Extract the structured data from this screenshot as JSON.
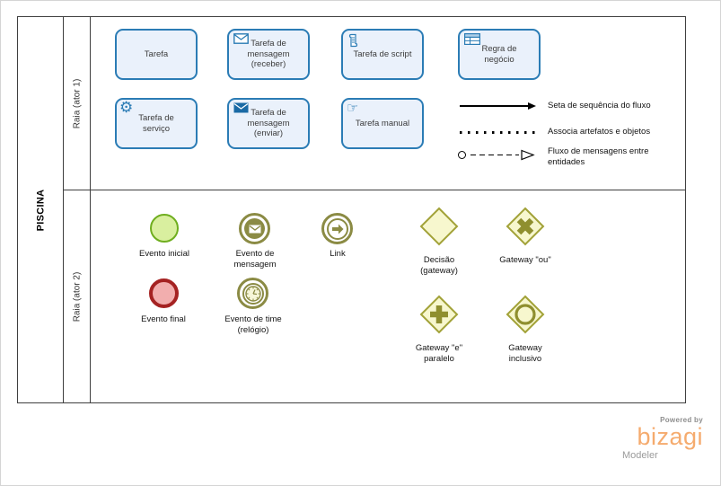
{
  "pool": {
    "title": "PISCINA",
    "lanes": [
      "Raia (ator 1)",
      "Raia (ator 2)"
    ]
  },
  "tasks": [
    {
      "label": "Tarefa",
      "icon": "none"
    },
    {
      "label": "Tarefa de mensagem (receber)",
      "icon": "envelope-outline-icon"
    },
    {
      "label": "Tarefa de script",
      "icon": "script-icon"
    },
    {
      "label": "Regra de negócio",
      "icon": "table-icon"
    },
    {
      "label": "Tarefa de serviço",
      "icon": "gear-icon"
    },
    {
      "label": "Tarefa de mensagem (enviar)",
      "icon": "envelope-filled-icon"
    },
    {
      "label": "Tarefa manual",
      "icon": "hand-icon"
    }
  ],
  "legend": [
    {
      "label": "Seta de sequência do fluxo",
      "style": "solid-arrow"
    },
    {
      "label": "Associa artefatos e objetos",
      "style": "dotted-line"
    },
    {
      "label": "Fluxo de mensagens entre entidades",
      "style": "circle-dash-open-triangle"
    }
  ],
  "events": [
    {
      "label": "Evento inicial",
      "type": "start"
    },
    {
      "label": "Evento de mensagem",
      "type": "message"
    },
    {
      "label": "Link",
      "type": "link"
    },
    {
      "label": "Evento final",
      "type": "end"
    },
    {
      "label": "Evento de time (relógio)",
      "type": "timer"
    }
  ],
  "gateways": [
    {
      "label": "Decisão (gateway)",
      "symbol": "empty"
    },
    {
      "label": "Gateway \"ou\"",
      "symbol": "x-mark"
    },
    {
      "label": "Gateway \"e\" paralelo",
      "symbol": "plus-mark"
    },
    {
      "label": "Gateway inclusivo",
      "symbol": "circle-mark"
    }
  ],
  "branding": {
    "powered_by": "Powered by",
    "brand": "bizagi",
    "product": "Modeler"
  },
  "icons": {
    "gear": "⚙",
    "hand": "☞"
  },
  "colors": {
    "task_border": "#2b7cb5",
    "task_fill": "#eaf1fb",
    "event_olive": "#8b8b44",
    "start_fill": "#d9ef9f",
    "start_border": "#6fae1f",
    "end_fill": "#f2aeae",
    "end_border": "#a52222",
    "gateway_fill": "#f7f7ce",
    "gateway_border": "#a2a238",
    "gateway_symbol": "#8f8f2f",
    "brand_orange": "#f5ab6e"
  }
}
